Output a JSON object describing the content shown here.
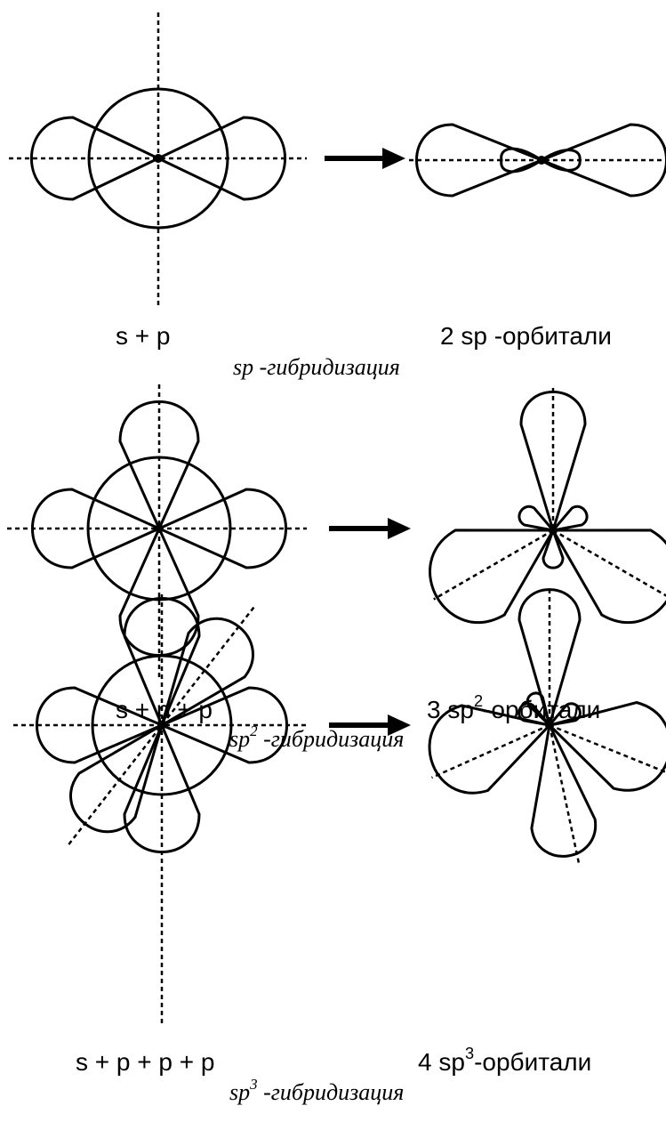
{
  "panels": [
    {
      "left_label": "s + p",
      "right_label": "2 sp -орбитали",
      "caption": "sp -гибридизация"
    },
    {
      "left_label": "s + p + p",
      "right_prefix": "3 sp",
      "right_sup": "2",
      "right_suffix": "-орбитали",
      "caption_prefix": "sp",
      "caption_sup": "2",
      "caption_suffix": " -гибридизация"
    },
    {
      "left_label": "s + p + p + p",
      "right_prefix": "4 sp",
      "right_sup": "3",
      "right_suffix": "-орбитали",
      "caption_prefix": "sp",
      "caption_sup": "3",
      "caption_suffix": " -гибридизация"
    }
  ]
}
